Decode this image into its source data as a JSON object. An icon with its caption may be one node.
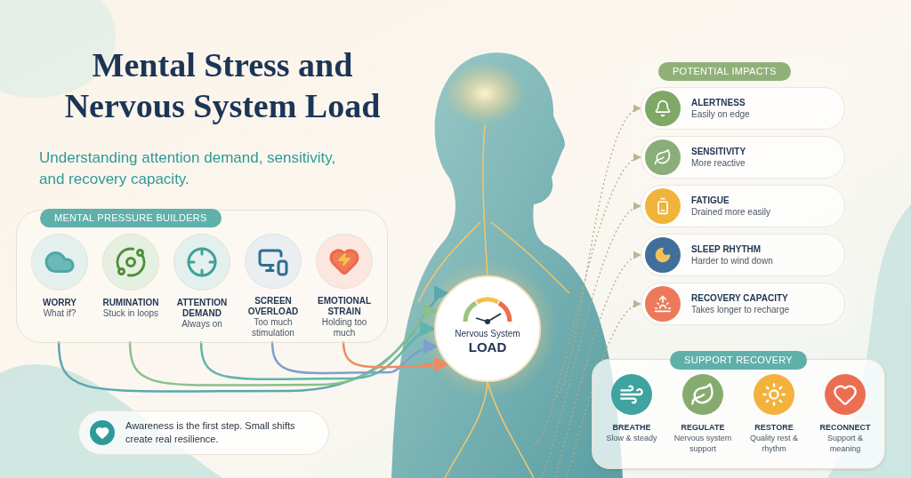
{
  "diagram": {
    "title": "Mental Stress and Nervous System Load",
    "nodes": [
      {
        "text": [
          "MENTAL PRESSURE BUILDERS"
        ]
      },
      {
        "text": [
          "WORRY",
          "What if?"
        ],
        "in": 0
      },
      {
        "text": [
          "RUMINATION",
          "Stuck in loops"
        ],
        "in": 0
      },
      {
        "text": [
          "ATTENTION DEMAND",
          "Always on"
        ],
        "in": 0
      },
      {
        "text": [
          "SCREEN OVERLOAD",
          "Too much stimulation"
        ],
        "in": 0
      },
      {
        "text": [
          "EMOTIONAL STRAIN",
          "Holding too much"
        ],
        "in": 0
      },
      {
        "text": [
          "Nervous System",
          "LOAD"
        ]
      },
      {
        "text": [
          "POTENTIAL IMPACTS"
        ]
      },
      {
        "text": [
          "ALERTNESS",
          "Easily on edge"
        ],
        "in": 7
      },
      {
        "text": [
          "SENSITIVITY",
          "More reactive"
        ],
        "in": 7
      },
      {
        "text": [
          "FATIGUE",
          "Drained more easily"
        ],
        "in": 7
      },
      {
        "text": [
          "SLEEP RHYTHM",
          "Harder to wind down"
        ],
        "in": 7
      },
      {
        "text": [
          "RECOVERY CAPACITY",
          "Takes longer to recharge"
        ],
        "in": 7
      },
      {
        "text": [
          "SUPPORT RECOVERY"
        ]
      },
      {
        "text": [
          "BREATHE",
          "Slow & steady"
        ],
        "in": 13
      },
      {
        "text": [
          "REGULATE",
          "Nervous system support"
        ],
        "in": 13
      },
      {
        "text": [
          "RESTORE",
          "Quality rest & rhythm"
        ],
        "in": 13
      },
      {
        "text": [
          "RECONNECT",
          "Support & meaning"
        ],
        "in": 13
      },
      {
        "text": [
          "Awareness is the first step. Small shifts create real resilience."
        ]
      }
    ],
    "edges": [
      {
        "from": 1,
        "to": 6,
        "arrow": "to",
        "color": "#5aa7b0"
      },
      {
        "from": 2,
        "to": 6,
        "arrow": "to",
        "color": "#8bbf8c"
      },
      {
        "from": 3,
        "to": 6,
        "arrow": "to",
        "color": "#5fb5aa"
      },
      {
        "from": 4,
        "to": 6,
        "arrow": "to",
        "color": "#7f9fcc"
      },
      {
        "from": 5,
        "to": 6,
        "arrow": "to",
        "color": "#ef8a5f"
      },
      {
        "from": null,
        "to": 8,
        "arrow": "to",
        "style": "dashed"
      },
      {
        "from": null,
        "to": 9,
        "arrow": "to",
        "style": "dashed"
      },
      {
        "from": null,
        "to": 10,
        "arrow": "to",
        "style": "dashed"
      },
      {
        "from": null,
        "to": 11,
        "arrow": "to",
        "style": "dashed"
      },
      {
        "from": null,
        "to": 12,
        "arrow": "to",
        "style": "dashed"
      }
    ],
    "labels": [
      "Understanding attention demand, sensitivity, and recovery capacity."
    ]
  }
}
